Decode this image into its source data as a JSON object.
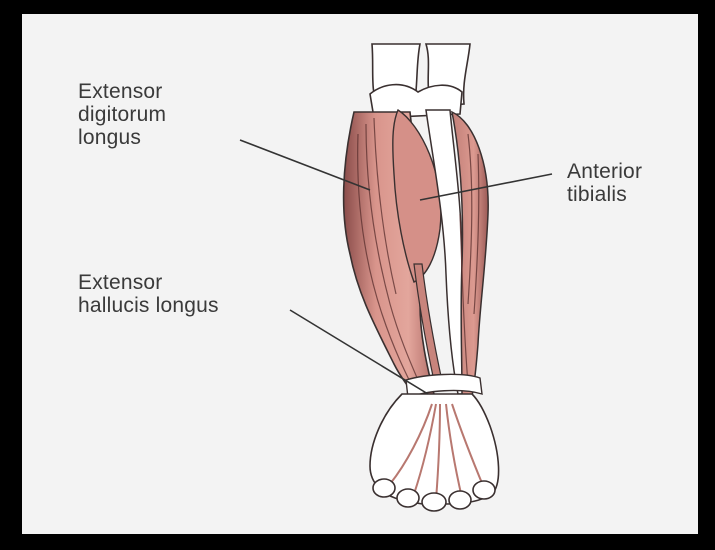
{
  "image": {
    "subject": "anterior-lower-leg-muscles",
    "colors": {
      "frame": "#000000",
      "background": "#f3f3f3",
      "muscle": "#d9958c",
      "muscle_shadow": "#a55c58",
      "bone": "#ffffff",
      "outline": "#3a3030",
      "label_text": "#3a3a3a"
    }
  },
  "labels": [
    {
      "id": "extensor-digitorum-longus",
      "lines": [
        "Extensor",
        "digitorum",
        "longus"
      ]
    },
    {
      "id": "anterior-tibialis",
      "lines": [
        "Anterior",
        "tibialis"
      ]
    },
    {
      "id": "extensor-hallucis-longus",
      "lines": [
        "Extensor",
        "hallucis longus"
      ]
    }
  ]
}
